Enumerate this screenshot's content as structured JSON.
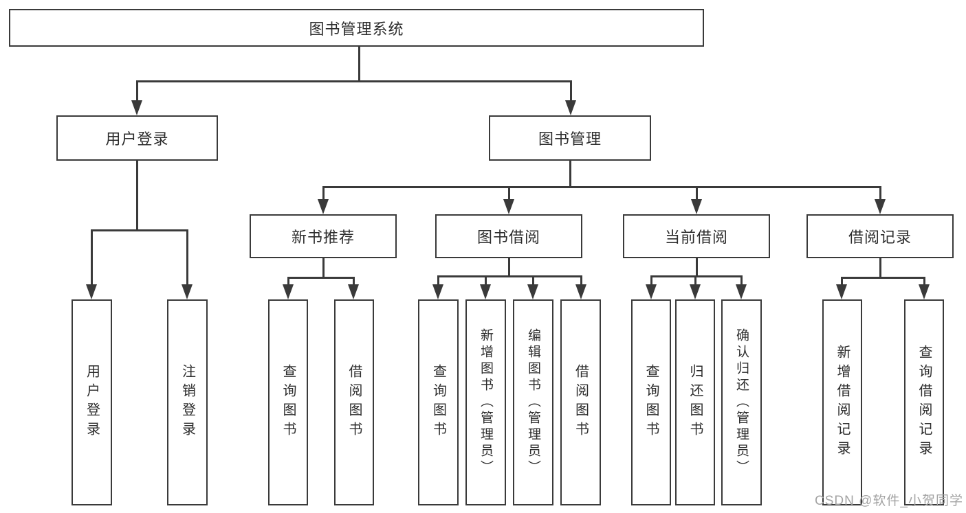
{
  "diagram_type": "functional-structure-tree",
  "tree": {
    "label": "图书管理系统",
    "children": [
      {
        "label": "用户登录",
        "children": [
          {
            "label": "用户登录"
          },
          {
            "label": "注销登录"
          }
        ]
      },
      {
        "label": "图书管理",
        "children": [
          {
            "label": "新书推荐",
            "children": [
              {
                "label": "查询图书"
              },
              {
                "label": "借阅图书"
              }
            ]
          },
          {
            "label": "图书借阅",
            "children": [
              {
                "label": "查询图书"
              },
              {
                "label": "新增图书（管理员）"
              },
              {
                "label": "编辑图书（管理员）"
              },
              {
                "label": "借阅图书"
              }
            ]
          },
          {
            "label": "当前借阅",
            "children": [
              {
                "label": "查询图书"
              },
              {
                "label": "归还图书"
              },
              {
                "label": "确认归还（管理员）"
              }
            ]
          },
          {
            "label": "借阅记录",
            "children": [
              {
                "label": "新增借阅记录"
              },
              {
                "label": "查询借阅记录"
              }
            ]
          }
        ]
      }
    ]
  },
  "watermark": {
    "text": "CSDN @软件_小贺同学"
  },
  "colors": {
    "line": "#3a3a3a",
    "text": "#2d2d2d",
    "background": "#ffffff",
    "watermark": "#a3a3a3"
  }
}
